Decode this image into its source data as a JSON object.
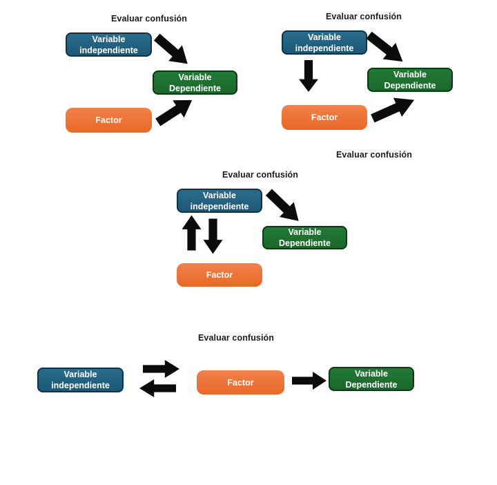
{
  "colors": {
    "background": "#ffffff",
    "independent_fill": "#1f5e7d",
    "independent_border": "#0d3248",
    "dependent_fill": "#1e7031",
    "dependent_border": "#0b3913",
    "factor_fill": "#ee7233",
    "arrow": "#0b0b0b",
    "title_text": "#1c1c1e",
    "box_text": "#ffffff"
  },
  "panels": [
    {
      "title": "Evaluar confusión",
      "boxes": {
        "independent": "Variable\nindependiente",
        "dependent": "Variable\nDependiente",
        "factor": "Factor"
      },
      "arrows": [
        "independiente → dependiente",
        "factor → dependiente"
      ]
    },
    {
      "title": "Evaluar confusión",
      "footer_title": "Evaluar confusión",
      "boxes": {
        "independent": "Variable\nindependiente",
        "dependent": "Variable\nDependiente",
        "factor": "Factor"
      },
      "arrows": [
        "independiente → dependiente",
        "independiente → factor",
        "factor → dependiente"
      ]
    },
    {
      "title": "Evaluar confusión",
      "boxes": {
        "independent": "Variable\nindependiente",
        "dependent": "Variable\nDependiente",
        "factor": "Factor"
      },
      "arrows": [
        "independiente → dependiente",
        "factor → independiente",
        "independiente → factor"
      ]
    },
    {
      "title": "Evaluar confusión",
      "boxes": {
        "independent": "Variable\nindependiente",
        "dependent": "Variable\nDependiente",
        "factor": "Factor"
      },
      "arrows": [
        "independiente → factor",
        "factor → independiente",
        "factor → dependiente"
      ]
    }
  ]
}
